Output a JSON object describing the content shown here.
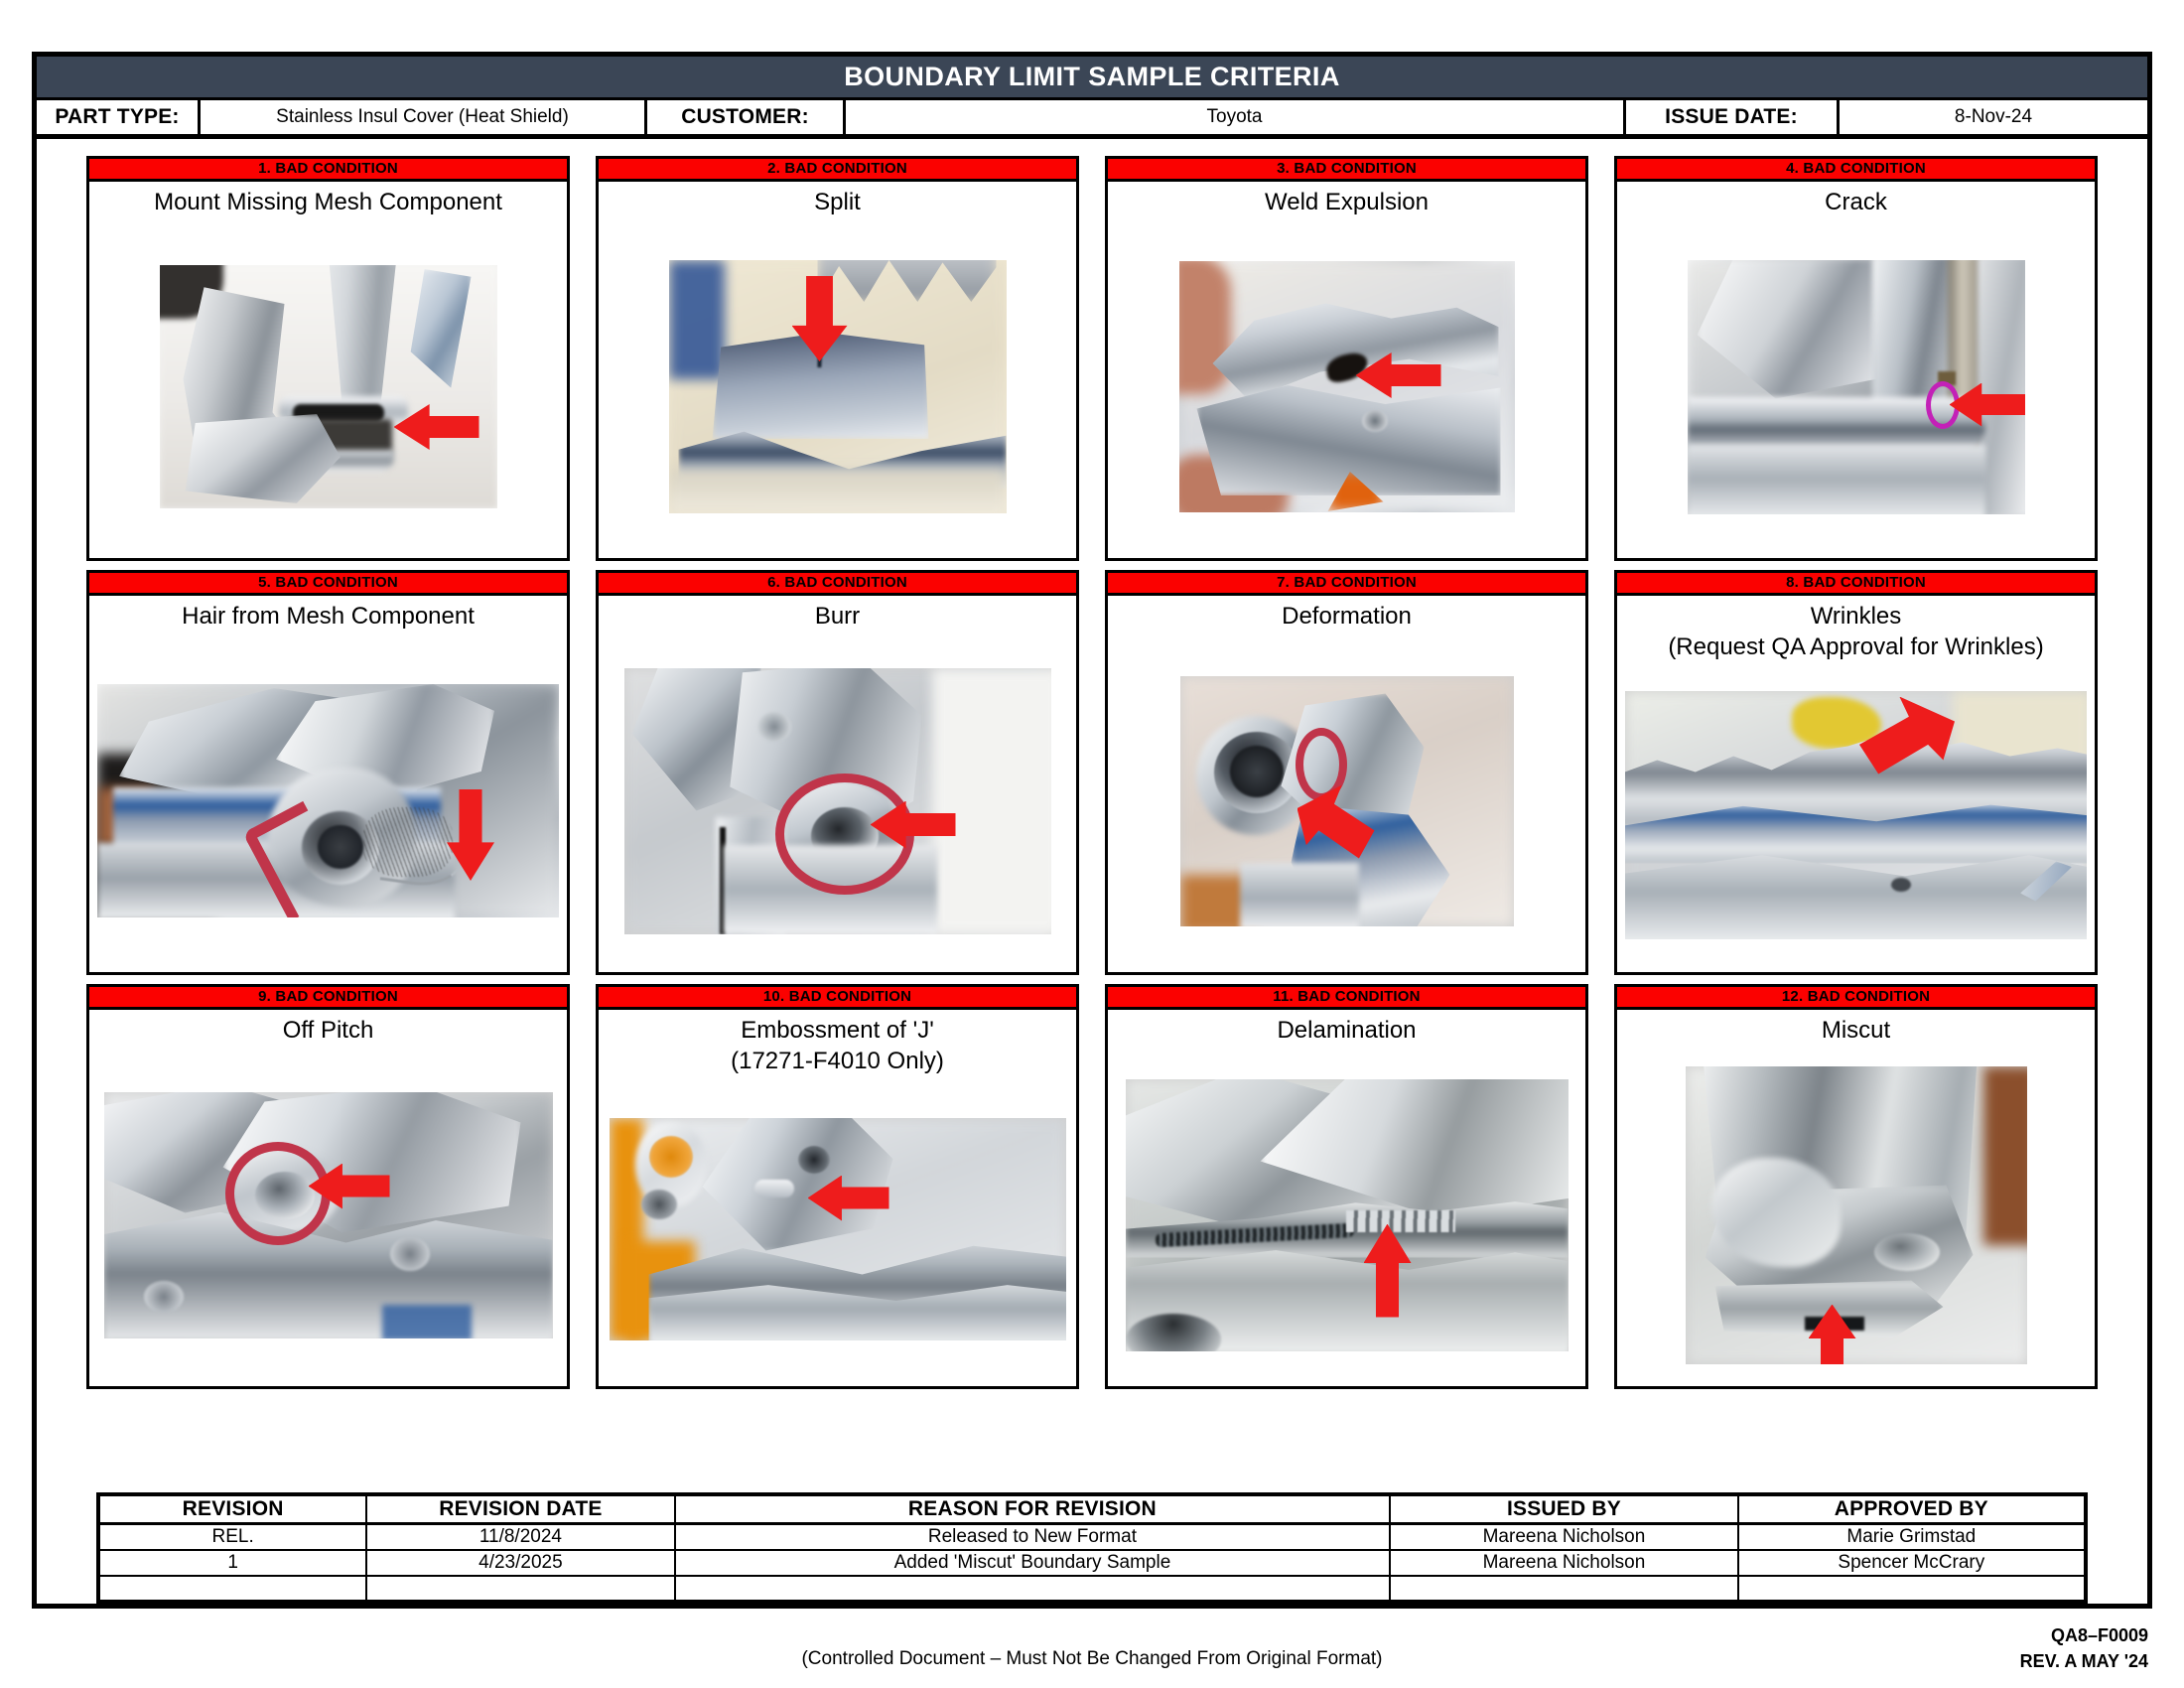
{
  "document": {
    "title": "BOUNDARY LIMIT SAMPLE  CRITERIA",
    "header_bg": "#3b4656",
    "banner_color": "#fb0100",
    "info": {
      "part_type_label": "PART TYPE:",
      "part_type_value": "Stainless Insul Cover (Heat Shield)",
      "customer_label": "CUSTOMER:",
      "customer_value": "Toyota",
      "issue_date_label": "ISSUE DATE:",
      "issue_date_value": "8-Nov-24"
    }
  },
  "cards": [
    {
      "banner": "1. BAD CONDITION",
      "title": "Mount Missing Mesh Component",
      "subtitle": ""
    },
    {
      "banner": "2. BAD CONDITION",
      "title": "Split",
      "subtitle": ""
    },
    {
      "banner": "3. BAD CONDITION",
      "title": "Weld Expulsion",
      "subtitle": ""
    },
    {
      "banner": "4. BAD CONDITION",
      "title": "Crack",
      "subtitle": ""
    },
    {
      "banner": "5. BAD CONDITION",
      "title": "Hair from Mesh Component",
      "subtitle": ""
    },
    {
      "banner": "6. BAD CONDITION",
      "title": "Burr",
      "subtitle": ""
    },
    {
      "banner": "7. BAD CONDITION",
      "title": "Deformation",
      "subtitle": ""
    },
    {
      "banner": "8. BAD CONDITION",
      "title": "Wrinkles",
      "subtitle": "(Request QA Approval for Wrinkles)"
    },
    {
      "banner": "9. BAD CONDITION",
      "title": "Off Pitch",
      "subtitle": ""
    },
    {
      "banner": "10. BAD CONDITION",
      "title": "Embossment of 'J'",
      "subtitle": "(17271-F4010 Only)"
    },
    {
      "banner": "11. BAD CONDITION",
      "title": "Delamination",
      "subtitle": ""
    },
    {
      "banner": "12. BAD CONDITION",
      "title": "Miscut",
      "subtitle": ""
    }
  ],
  "revision_table": {
    "headers": [
      "REVISION",
      "REVISION DATE",
      "REASON FOR REVISION",
      "ISSUED BY",
      "APPROVED BY"
    ],
    "rows": [
      {
        "revision": "REL.",
        "date": "11/8/2024",
        "reason": "Released to New Format",
        "issued_by": "Mareena Nicholson",
        "approved_by": "Marie Grimstad"
      },
      {
        "revision": "1",
        "date": "4/23/2025",
        "reason": "Added 'Miscut' Boundary Sample",
        "issued_by": "Mareena Nicholson",
        "approved_by": "Spencer McCrary"
      },
      {
        "revision": "",
        "date": "",
        "reason": "",
        "issued_by": "",
        "approved_by": ""
      }
    ]
  },
  "footer": {
    "note": "(Controlled Document – Must Not Be Changed From Original Format)",
    "doc_code": "QA8–F0009",
    "doc_rev": "REV. A MAY '24"
  }
}
